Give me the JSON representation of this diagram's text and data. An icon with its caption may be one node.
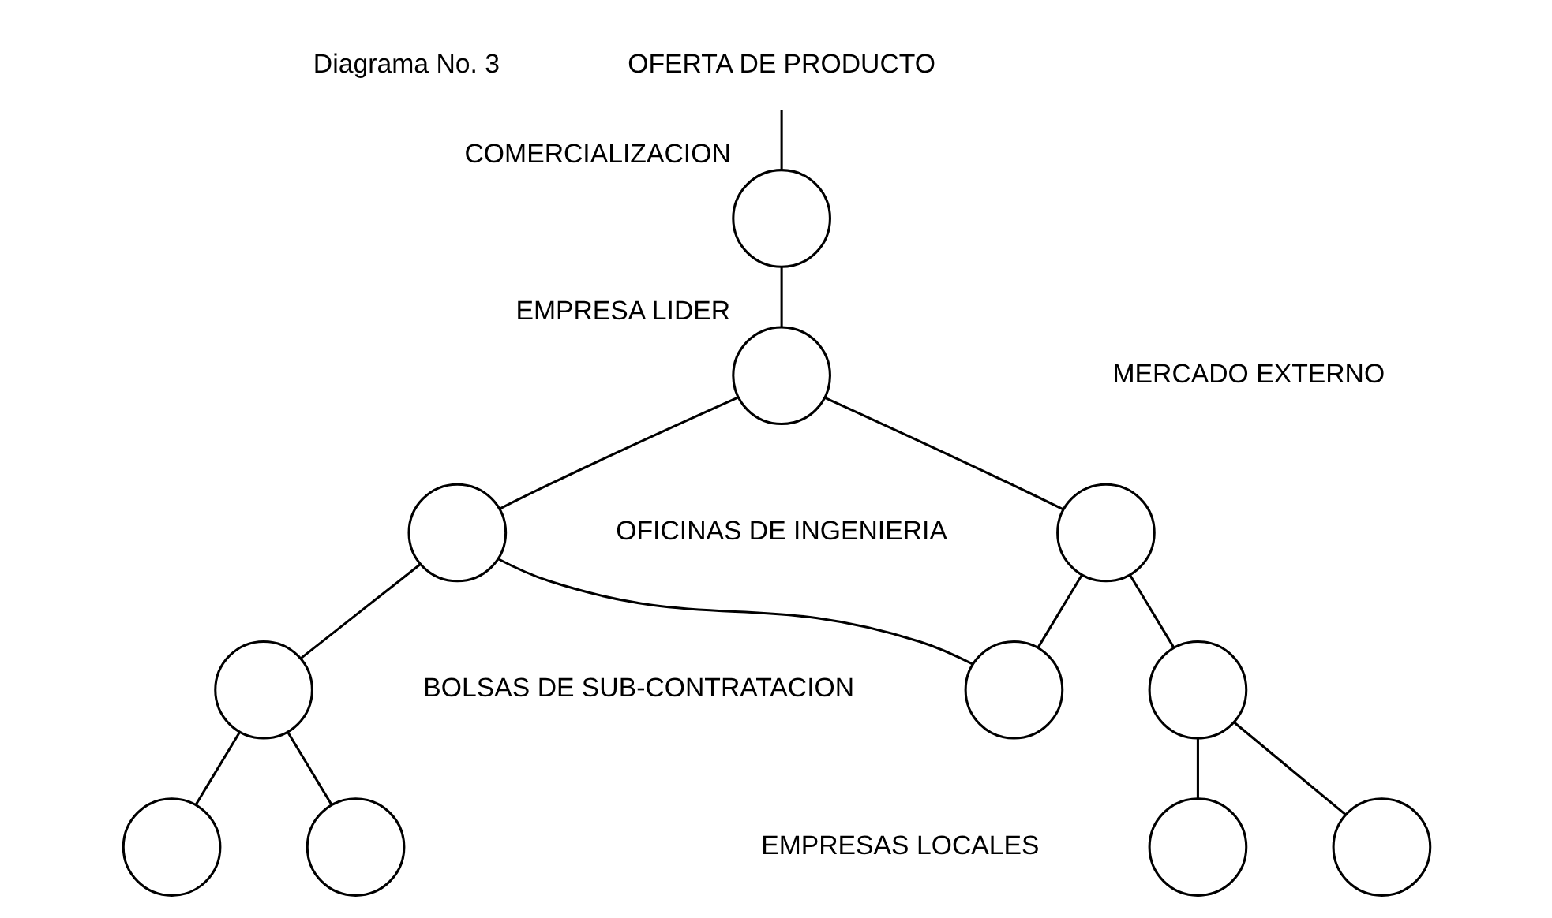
{
  "diagram": {
    "nodes": [
      {
        "text": [
          "OFERTA DE PRODUCTO"
        ]
      },
      {
        "text": [],
        "shape": "circle",
        "beside": [
          "COMERCIALIZACION"
        ]
      },
      {
        "text": [],
        "shape": "circle",
        "beside": [
          "EMPRESA LIDER"
        ]
      },
      {
        "text": [],
        "shape": "circle"
      },
      {
        "text": [],
        "shape": "circle"
      },
      {
        "text": [],
        "shape": "circle"
      },
      {
        "text": [],
        "shape": "circle"
      },
      {
        "text": [],
        "shape": "circle"
      },
      {
        "text": [],
        "shape": "circle"
      },
      {
        "text": [],
        "shape": "circle"
      },
      {
        "text": [],
        "shape": "circle"
      },
      {
        "text": [],
        "shape": "circle"
      }
    ],
    "edges": [
      {
        "from": 0,
        "to": 1,
        "arrow": "none"
      },
      {
        "from": 1,
        "to": 2,
        "arrow": "none"
      },
      {
        "from": 2,
        "to": 3,
        "arrow": "none"
      },
      {
        "from": 2,
        "to": 4,
        "arrow": "none"
      },
      {
        "from": 3,
        "to": 5,
        "arrow": "none"
      },
      {
        "from": 3,
        "to": 9,
        "arrow": "none"
      },
      {
        "from": 4,
        "to": 9,
        "arrow": "none"
      },
      {
        "from": 4,
        "to": 6,
        "arrow": "none"
      },
      {
        "from": 5,
        "to": 7,
        "arrow": "none"
      },
      {
        "from": 5,
        "to": 8,
        "arrow": "none"
      },
      {
        "from": 6,
        "to": 10,
        "arrow": "none"
      },
      {
        "from": 6,
        "to": 11,
        "arrow": "none"
      }
    ],
    "labels": [
      "Diagrama No. 3",
      "MERCADO EXTERNO",
      "OFICINAS DE INGENIERIA",
      "BOLSAS DE SUB-CONTRATACION",
      "EMPRESAS LOCALES"
    ]
  }
}
